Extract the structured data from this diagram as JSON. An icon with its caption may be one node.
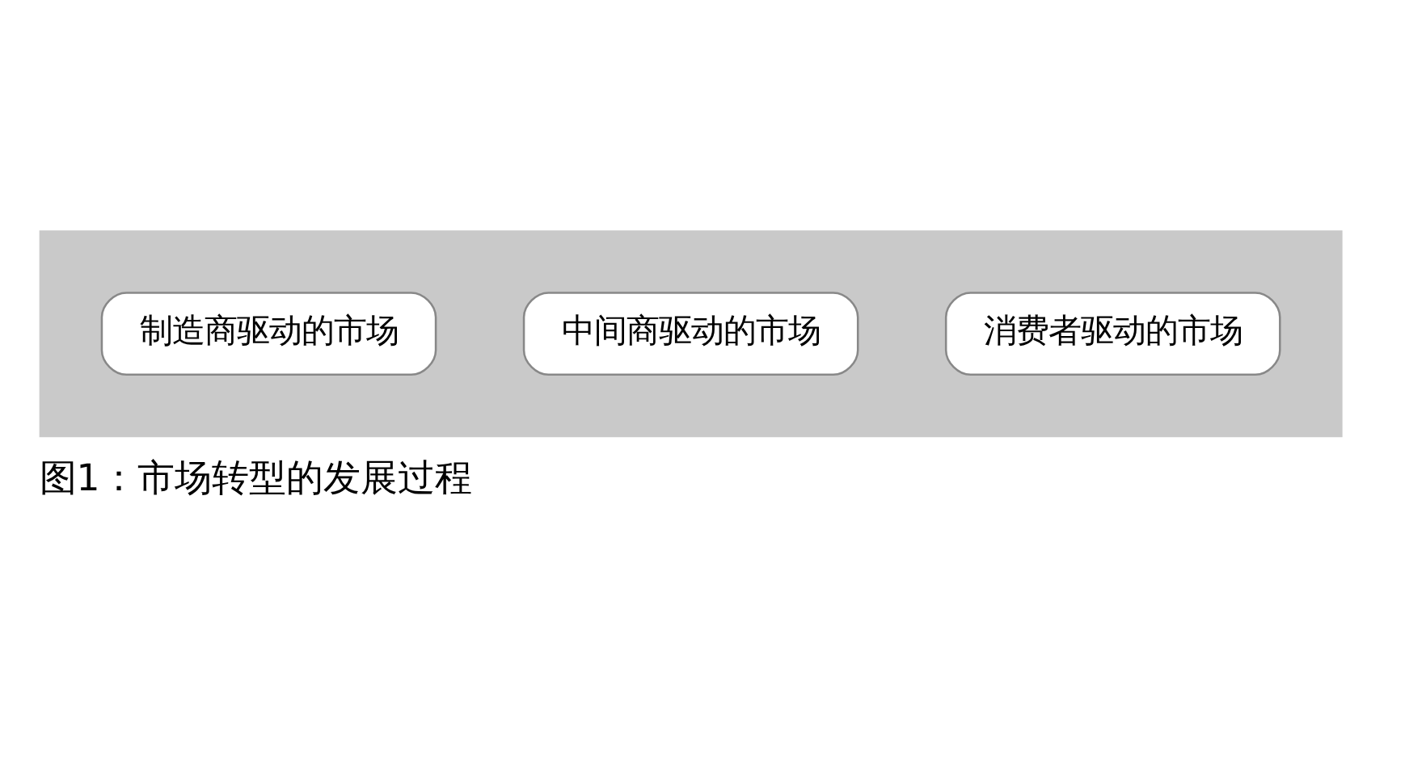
{
  "diagram": {
    "caption": "图1：市场转型的发展过程",
    "nodes": [
      {
        "text": [],
        "shape": "arrow"
      },
      {
        "text": [
          "制造商驱动的市场"
        ],
        "in": 0
      },
      {
        "text": [
          "中间商驱动的市场"
        ],
        "in": 0
      },
      {
        "text": [
          "消费者驱动的市场"
        ],
        "in": 0
      }
    ]
  }
}
